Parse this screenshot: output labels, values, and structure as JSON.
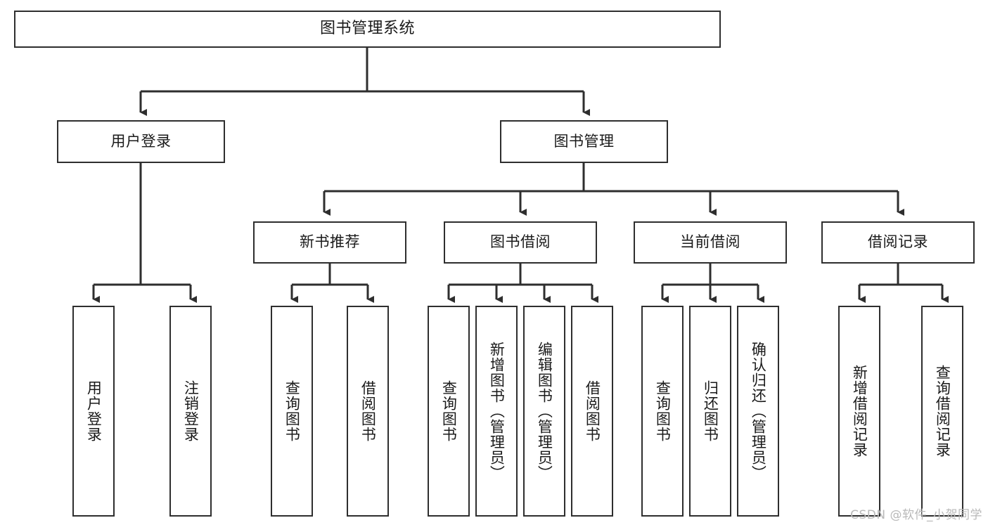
{
  "diagram": {
    "title": "图书管理系统",
    "type": "tree-hierarchy",
    "watermark": "CSDN @软件_小贺同学",
    "line_color": "#2e2e2e",
    "box_fill": "#ffffff",
    "text_color": "#1a1a1a"
  },
  "nodes": {
    "root": {
      "label": "图书管理系统"
    },
    "level2": [
      {
        "label": "用户登录"
      },
      {
        "label": "图书管理"
      }
    ],
    "level3": [
      {
        "label": "新书推荐"
      },
      {
        "label": "图书借阅"
      },
      {
        "label": "当前借阅"
      },
      {
        "label": "借阅记录"
      }
    ],
    "leaves": {
      "user_login": [
        {
          "label": "用户登录"
        },
        {
          "label": "注销登录"
        }
      ],
      "new_book": [
        {
          "label": "查询图书"
        },
        {
          "label": "借阅图书"
        }
      ],
      "book_borrow": [
        {
          "label": "查询图书"
        },
        {
          "label": "新增图书（管理员）"
        },
        {
          "label": "编辑图书（管理员）"
        },
        {
          "label": "借阅图书"
        }
      ],
      "current_borrow": [
        {
          "label": "查询图书"
        },
        {
          "label": "归还图书"
        },
        {
          "label": "确认归还（管理员）"
        }
      ],
      "borrow_record": [
        {
          "label": "新增借阅记录"
        },
        {
          "label": "查询借阅记录"
        }
      ]
    }
  }
}
